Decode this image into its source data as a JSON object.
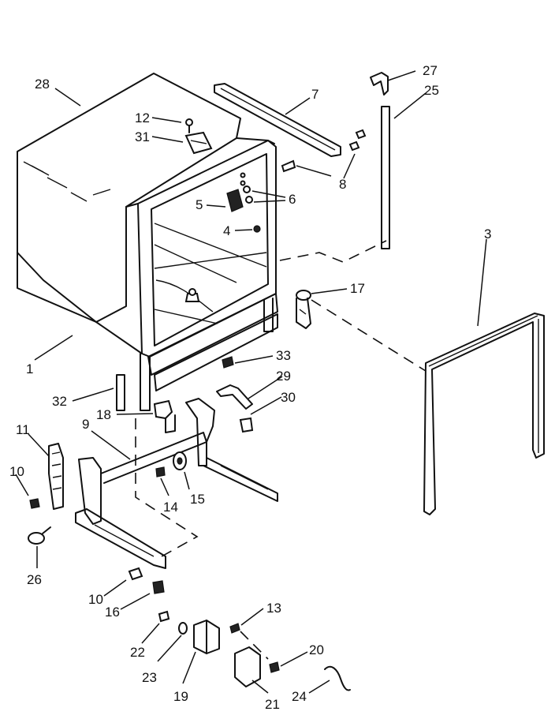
{
  "callouts": [
    {
      "id": "28",
      "text": "28"
    },
    {
      "id": "12",
      "text": "12"
    },
    {
      "id": "31",
      "text": "31"
    },
    {
      "id": "7",
      "text": "7"
    },
    {
      "id": "27",
      "text": "27"
    },
    {
      "id": "25",
      "text": "25"
    },
    {
      "id": "8",
      "text": "8"
    },
    {
      "id": "6",
      "text": "6"
    },
    {
      "id": "5",
      "text": "5"
    },
    {
      "id": "4",
      "text": "4"
    },
    {
      "id": "3",
      "text": "3"
    },
    {
      "id": "17",
      "text": "17"
    },
    {
      "id": "1",
      "text": "1"
    },
    {
      "id": "33",
      "text": "33"
    },
    {
      "id": "29",
      "text": "29"
    },
    {
      "id": "30",
      "text": "30"
    },
    {
      "id": "32",
      "text": "32"
    },
    {
      "id": "18",
      "text": "18"
    },
    {
      "id": "11",
      "text": "11"
    },
    {
      "id": "9",
      "text": "9"
    },
    {
      "id": "10a",
      "text": "10"
    },
    {
      "id": "14",
      "text": "14"
    },
    {
      "id": "15",
      "text": "15"
    },
    {
      "id": "26",
      "text": "26"
    },
    {
      "id": "10b",
      "text": "10"
    },
    {
      "id": "16",
      "text": "16"
    },
    {
      "id": "13",
      "text": "13"
    },
    {
      "id": "20",
      "text": "20"
    },
    {
      "id": "22",
      "text": "22"
    },
    {
      "id": "23",
      "text": "23"
    },
    {
      "id": "19",
      "text": "19"
    },
    {
      "id": "21",
      "text": "21"
    },
    {
      "id": "24",
      "text": "24"
    }
  ]
}
